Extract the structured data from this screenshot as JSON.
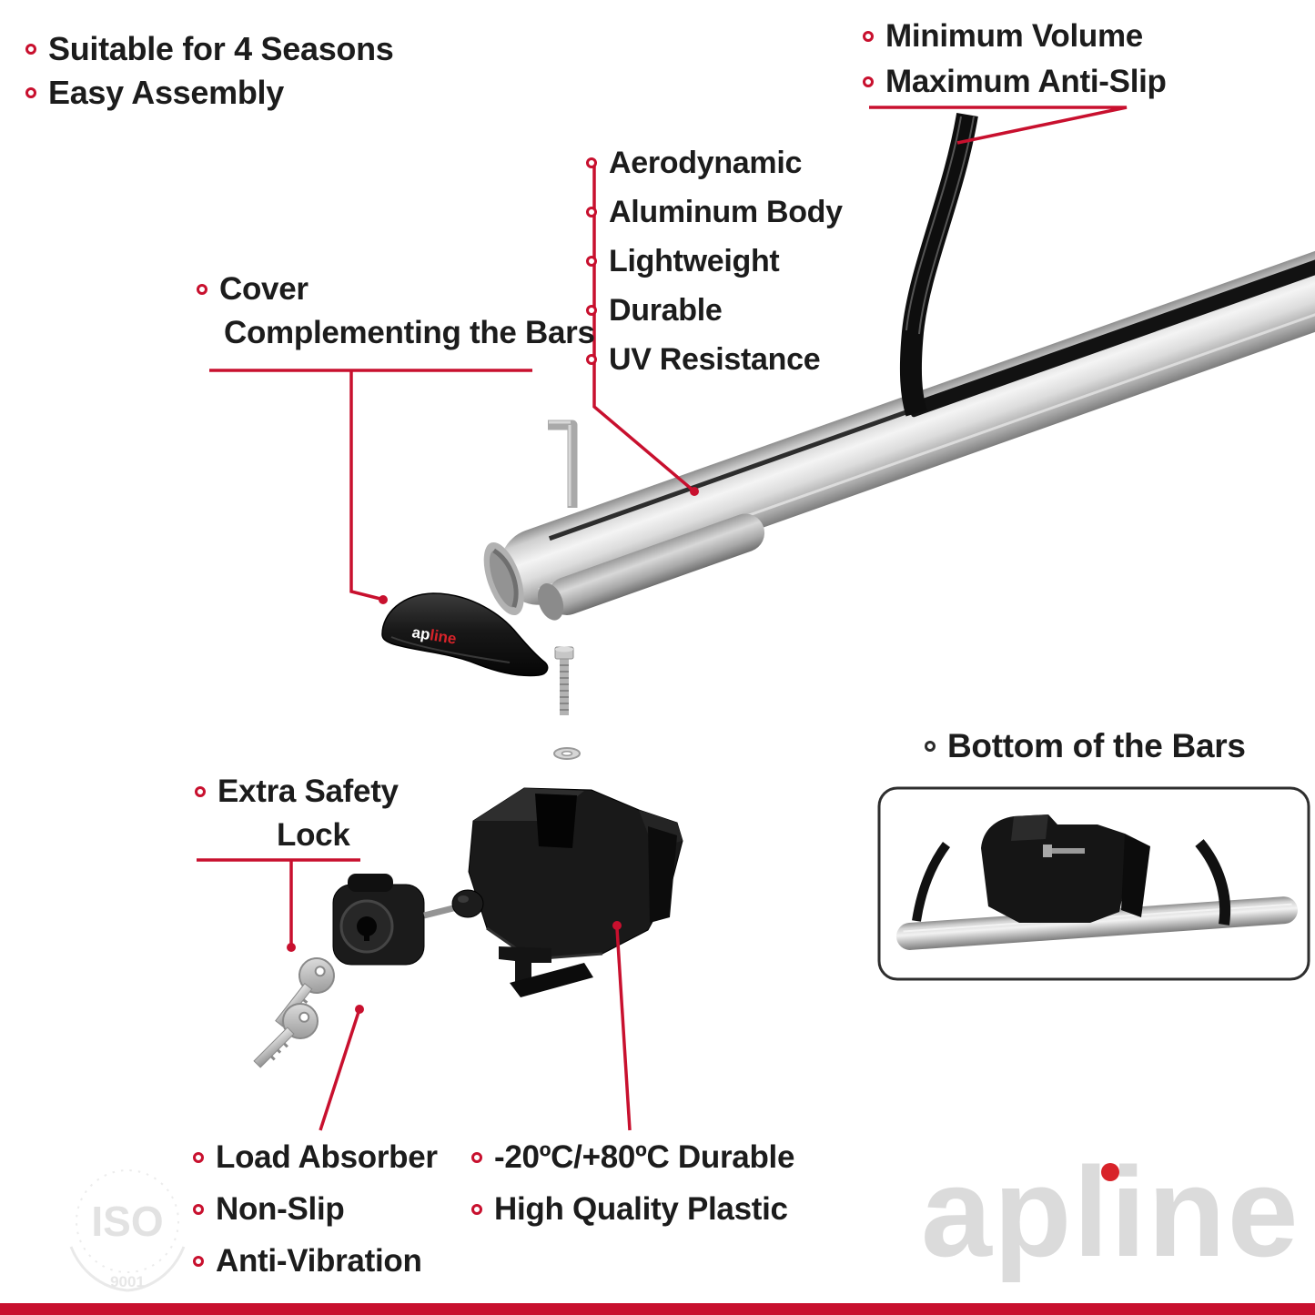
{
  "colors": {
    "accent_red": "#C8102E",
    "text": "#1c1c1c",
    "bar_silver": "#d9d9d9",
    "plastic_black": "#181818",
    "watermark_gray": "#dbdbdb"
  },
  "top_left_features": {
    "items": [
      "Suitable for 4 Seasons",
      "Easy Assembly"
    ]
  },
  "strip_callout": {
    "items": [
      "Minimum Volume",
      "Maximum Anti-Slip"
    ]
  },
  "bar_features": {
    "items": [
      "Aerodynamic",
      "Aluminum Body",
      "Lightweight",
      "Durable",
      "UV Resistance"
    ]
  },
  "cover_callout": {
    "line1": "Cover",
    "line2": "Complementing the Bars"
  },
  "lock_callout": {
    "line1": "Extra Safety",
    "line2": "Lock"
  },
  "bottom_bars_panel": {
    "title": "Bottom of the Bars"
  },
  "pad_features": {
    "items": [
      "Load Absorber",
      "Non-Slip",
      "Anti-Vibration"
    ]
  },
  "material_features": {
    "items": [
      "-20ºC/+80ºC Durable",
      "High Quality Plastic"
    ]
  },
  "brand": {
    "cover_logo_ap": "ap",
    "cover_logo_line": "line",
    "watermark": "apline"
  },
  "iso_badge": {
    "title": "ISO",
    "number": "9001"
  }
}
